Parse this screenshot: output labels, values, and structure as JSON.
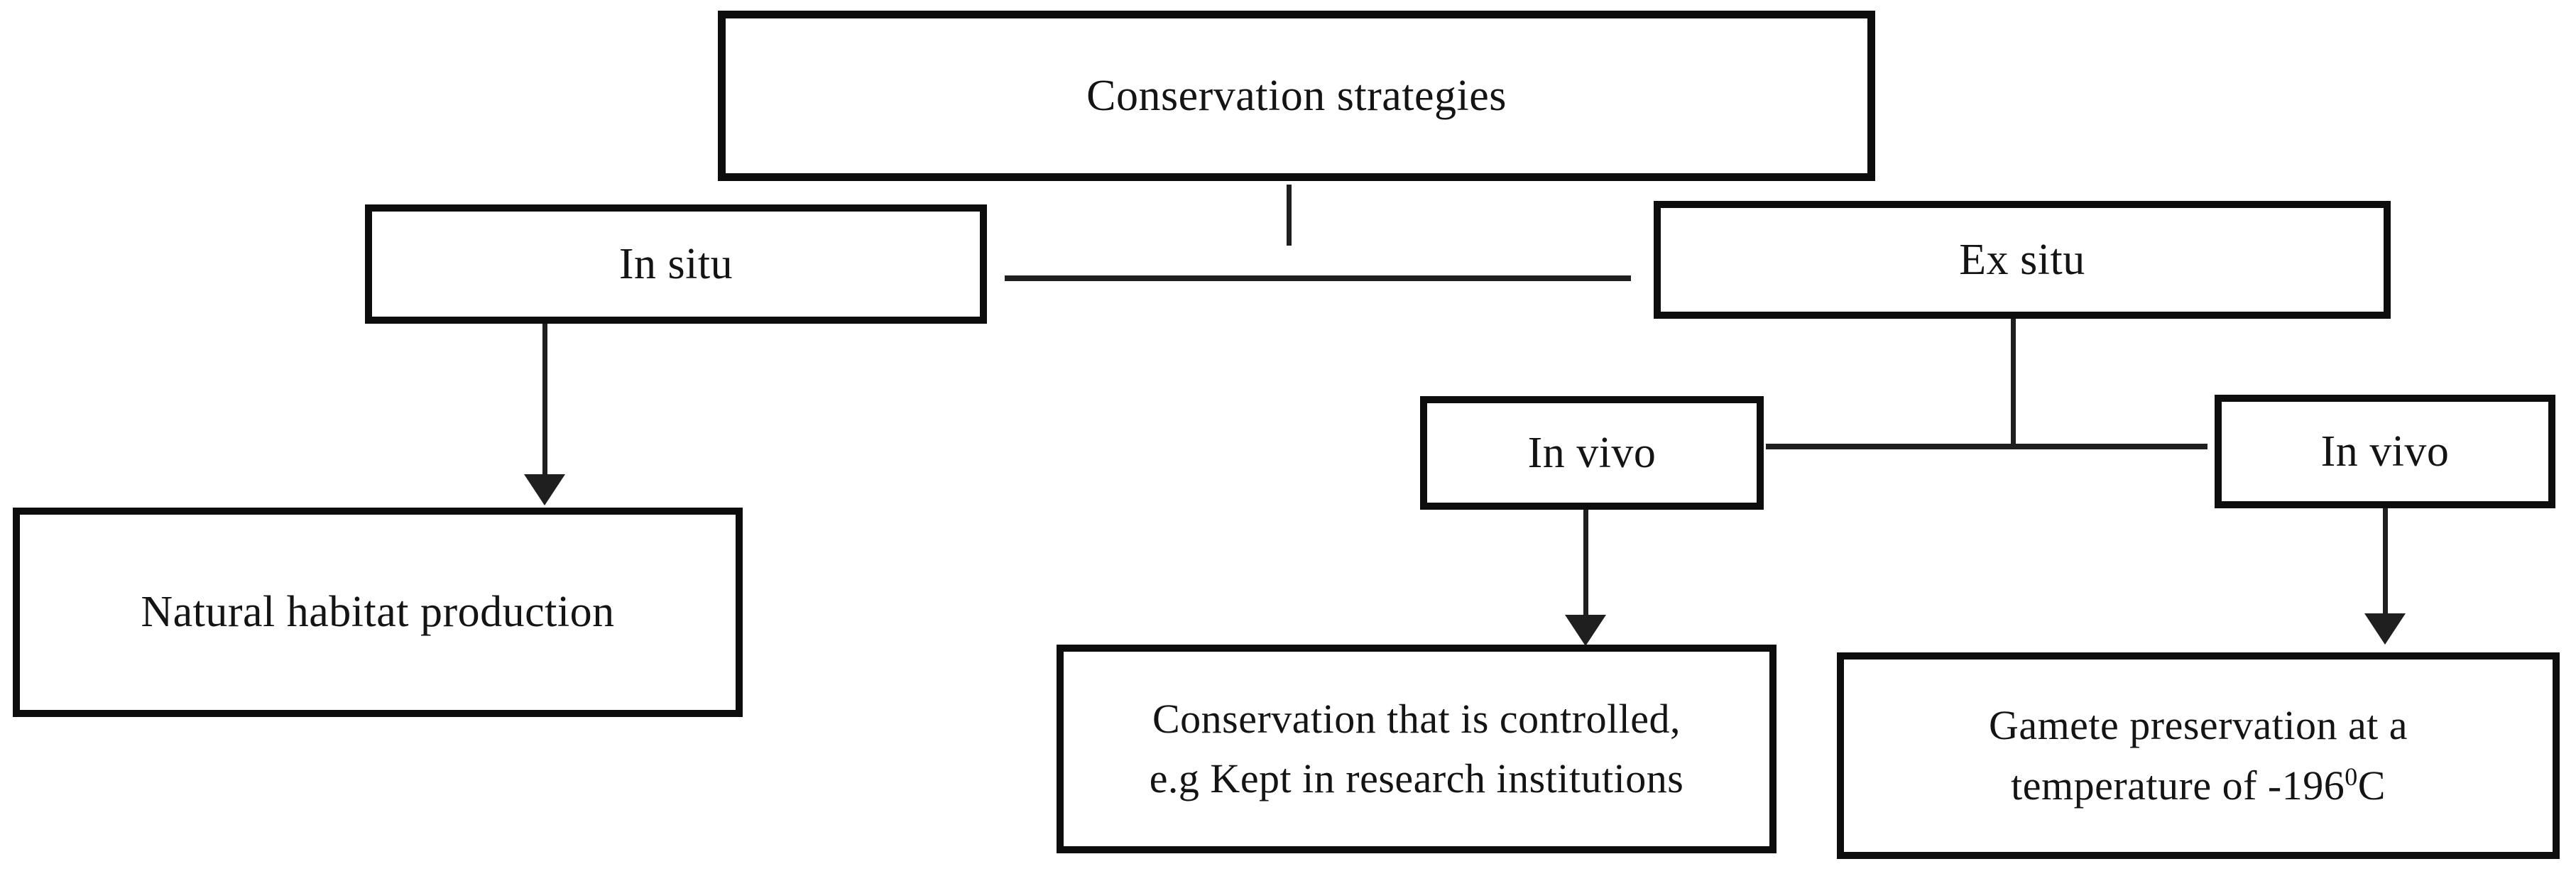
{
  "diagram": {
    "type": "flowchart",
    "nodes": {
      "root": {
        "label": "Conservation strategies"
      },
      "in_situ": {
        "label": "In situ"
      },
      "ex_situ": {
        "label": "Ex situ"
      },
      "in_vivo_left": {
        "label": "In vivo"
      },
      "in_vivo_right": {
        "label": "In vivo"
      },
      "natural_habitat": {
        "label": "Natural habitat production"
      },
      "controlled_conservation": {
        "line1": "Conservation that is controlled,",
        "line2": "e.g Kept in research institutions"
      },
      "gamete_preservation": {
        "line1": "Gamete preservation at a",
        "line2_prefix": "temperature of -196",
        "line2_sup": "0",
        "line2_suffix": "C"
      }
    },
    "edges": [
      {
        "from": "root",
        "to": "in_situ",
        "arrow": false
      },
      {
        "from": "root",
        "to": "ex_situ",
        "arrow": false
      },
      {
        "from": "in_situ",
        "to": "natural_habitat",
        "arrow": true
      },
      {
        "from": "ex_situ",
        "to": "in_vivo_left",
        "arrow": false
      },
      {
        "from": "ex_situ",
        "to": "in_vivo_right",
        "arrow": false
      },
      {
        "from": "in_vivo_left",
        "to": "controlled_conservation",
        "arrow": true
      },
      {
        "from": "in_vivo_right",
        "to": "gamete_preservation",
        "arrow": true
      }
    ],
    "colors": {
      "background": "#ffffff",
      "box_border": "#0d0d0d",
      "line": "#1f1f1f",
      "text": "#141414"
    }
  }
}
